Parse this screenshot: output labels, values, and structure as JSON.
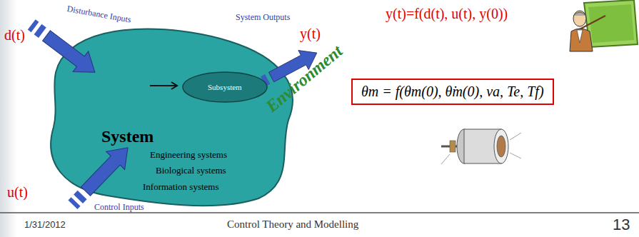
{
  "diagram": {
    "nodes": [
      {
        "text": [
          "System",
          "Engineering systems",
          "Biological systems",
          "Information systems"
        ]
      },
      {
        "text": [
          "Subsystem"
        ],
        "in": 0
      },
      {
        "text": [
          "θm = f(θm(0), θ̇m(0), va, Te, Tf)"
        ]
      }
    ],
    "labels": [
      "Disturbance Inputs",
      "d(t)",
      "System Outputs",
      "y(t)",
      "Control Inputs",
      "u(t)",
      "Environment",
      "y(t)=f(d(t), u(t), y(0))",
      "1/31/2012",
      "Control Theory and Modelling",
      "13"
    ]
  }
}
